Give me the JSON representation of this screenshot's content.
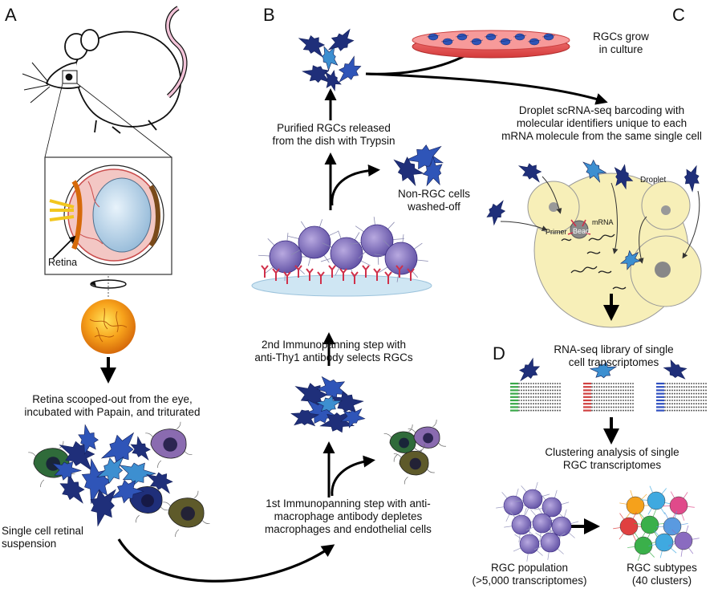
{
  "panels": {
    "a": "A",
    "b": "B",
    "c": "C",
    "d": "D"
  },
  "captions": {
    "retina_label": "Retina",
    "retina_scooped": "Retina scooped-out from the eye,\nincubated with Papain, and triturated",
    "single_cell_suspension": "Single cell retinal\nsuspension",
    "first_immunopanning": "1st Immunopanning step with anti-\nmacrophage antibody depletes\nmacrophages and endothelial cells",
    "second_immunopanning": "2nd Immunopanning step with\nanti-Thy1 antibody selects RGCs",
    "non_rgc_washed": "Non-RGC cells\nwashed-off",
    "purified_rgcs": "Purified RGCs released\nfrom the dish with Trypsin",
    "rgcs_grow": "RGCs grow\nin culture",
    "droplet_scrnaseq": "Droplet scRNA-seq barcoding with\nmolecular identifiers unique to each\nmRNA molecule from the same single cell",
    "droplet_label": "Droplet",
    "primer_label": "Primer",
    "bead_label": "Bead",
    "mrna_label": "mRNA",
    "rnaseq_library": "RNA-seq library of single\ncell transcriptomes",
    "clustering": "Clustering analysis of single\nRGC transcriptomes",
    "rgc_population": "RGC population\n(>5,000 transcriptomes)",
    "rgc_subtypes": "RGC subtypes\n(40 clusters)"
  },
  "colors": {
    "rgc_dark": "#1f2f7a",
    "rgc_mid": "#2f55b8",
    "rgc_light": "#3d8fd0",
    "macrophage_purple": "#8a6bb0",
    "macrophage_green": "#2f6b3a",
    "endothelial_olive": "#5e5a2a",
    "dish_red": "#e04848",
    "dish_blue": "#cfe6f3",
    "antibody_red": "#d0304a",
    "droplet_yellow": "#f7efb8",
    "green_barcode": "#3aa84a",
    "red_barcode": "#d04040",
    "blue_barcode": "#3050c0"
  },
  "icons": [
    "mouse-icon",
    "eye-cross-section-icon",
    "retina-sphere-icon",
    "rgc-cell-icon",
    "macrophage-icon",
    "culture-dish-icon",
    "immunopanning-dish-icon",
    "droplet-icon",
    "rotation-arrow-icon",
    "flow-arrow-icon"
  ]
}
